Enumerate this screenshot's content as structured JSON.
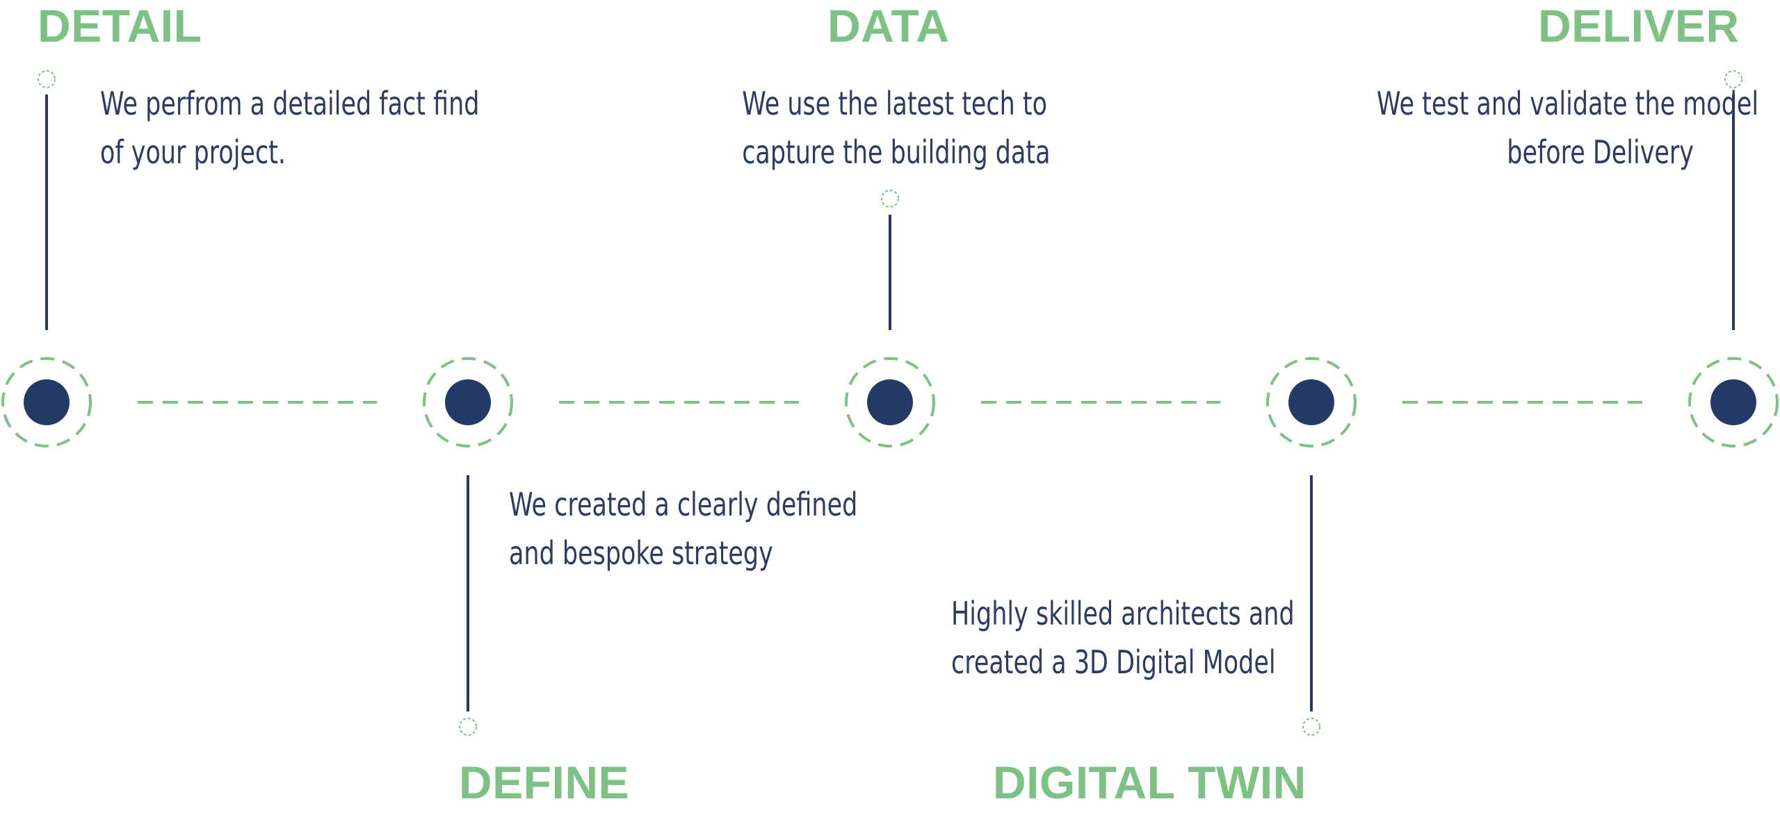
{
  "colors": {
    "accent": "#7dc284",
    "navy": "#233a66",
    "text": "#2b3b63"
  },
  "steps": [
    {
      "title": "DETAIL",
      "description": [
        "We perfrom a detailed fact find",
        "of your project."
      ]
    },
    {
      "title": "DEFINE",
      "description": [
        "We created a clearly defined",
        "and bespoke strategy"
      ]
    },
    {
      "title": "DATA",
      "description": [
        "We use the latest tech to",
        "capture the building data"
      ]
    },
    {
      "title": "DIGITAL TWIN",
      "description": [
        "Highly skilled architects and",
        "created a 3D Digital Model"
      ]
    },
    {
      "title": "DELIVER",
      "description": [
        "We test and validate the model",
        "before Delivery"
      ]
    }
  ]
}
